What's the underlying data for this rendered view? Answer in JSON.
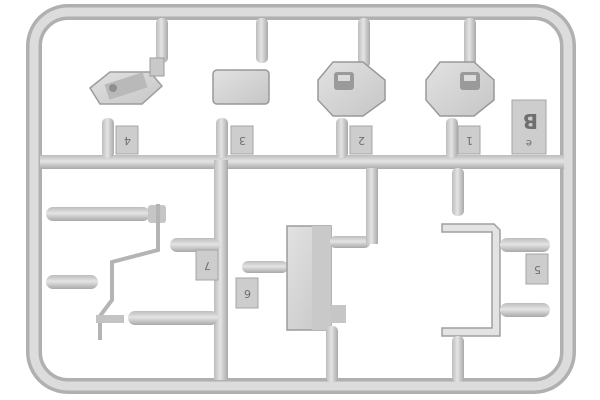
{
  "sprue": {
    "letter": "B",
    "sublabel": "e",
    "part_numbers": [
      "4",
      "3",
      "2",
      "1",
      "7",
      "6",
      "5"
    ]
  }
}
